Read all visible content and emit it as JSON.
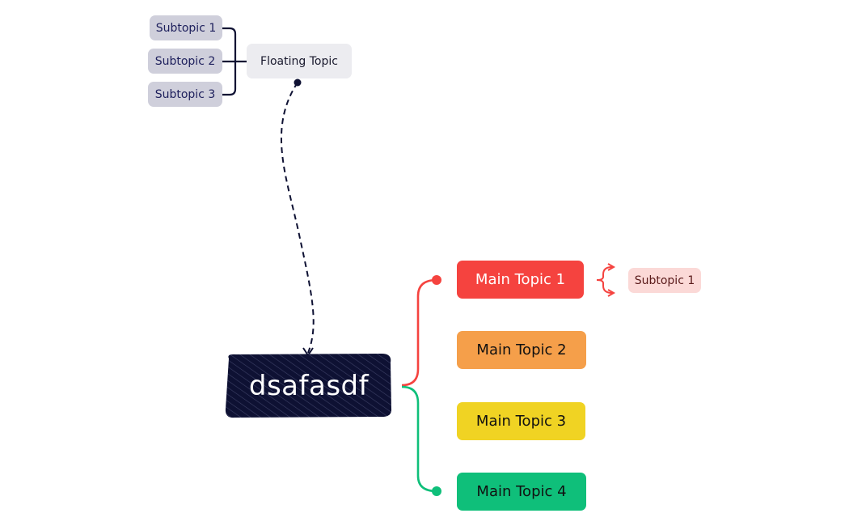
{
  "colors": {
    "navy": "#0e1133",
    "red": "#f5433f",
    "orange": "#f59f4a",
    "yellow": "#f0d323",
    "green": "#0fbf7a",
    "sub_gray": "#cfcfdb",
    "floating_gray": "#ececf0",
    "sub_pink": "#fbd9d7"
  },
  "floating_group": {
    "topic": "Floating Topic",
    "subtopics": [
      "Subtopic 1",
      "Subtopic 2",
      "Subtopic 3"
    ]
  },
  "central": {
    "label": "dsafasdf"
  },
  "main_topics": [
    {
      "label": "Main Topic 1",
      "color": "#f5433f",
      "text_color": "#ffffff"
    },
    {
      "label": "Main Topic 2",
      "color": "#f59f4a",
      "text_color": "#111111"
    },
    {
      "label": "Main Topic 3",
      "color": "#f0d323",
      "text_color": "#111111"
    },
    {
      "label": "Main Topic 4",
      "color": "#0fbf7a",
      "text_color": "#111111"
    }
  ],
  "main_topic_1_subtopic": {
    "label": "Subtopic 1"
  }
}
